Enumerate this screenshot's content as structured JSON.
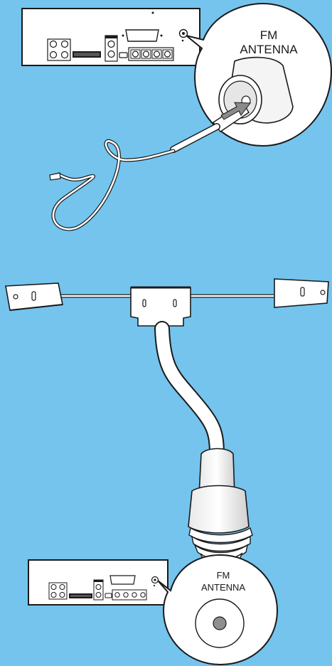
{
  "diagram": {
    "background_color": "#74c4ee",
    "callout_top": {
      "label_line1": "FM",
      "label_line2": "ANTENNA"
    },
    "callout_bottom": {
      "label_line1": "FM",
      "label_line2": "ANTENNA"
    },
    "icons": [
      "receiver-back-panel-icon",
      "fm-antenna-socket-icon",
      "wire-antenna-cable-icon",
      "insert-arrow-icon",
      "t-dipole-antenna-icon",
      "coax-plug-icon"
    ]
  }
}
